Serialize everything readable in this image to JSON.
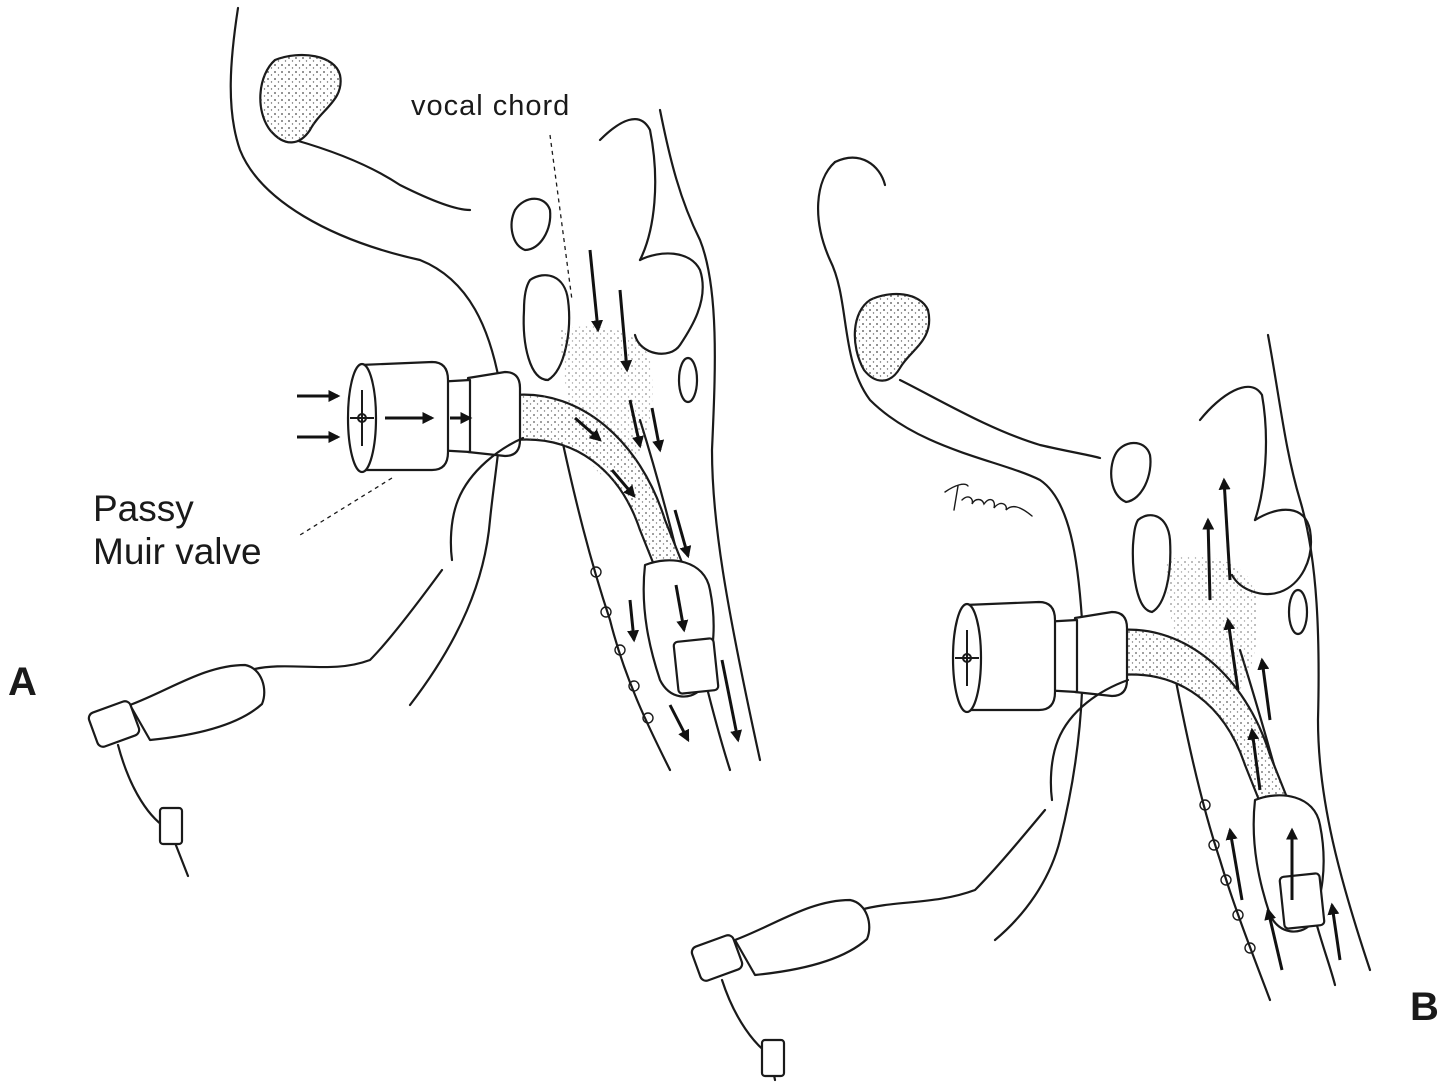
{
  "labels": {
    "vocal_chord": "vocal chord",
    "valve_line1": "Passy",
    "valve_line2": "Muir valve",
    "panel_a": "A",
    "panel_b": "B"
  },
  "signature": "Tagoun",
  "colors": {
    "ink": "#1a1a1a",
    "background": "#ffffff"
  }
}
